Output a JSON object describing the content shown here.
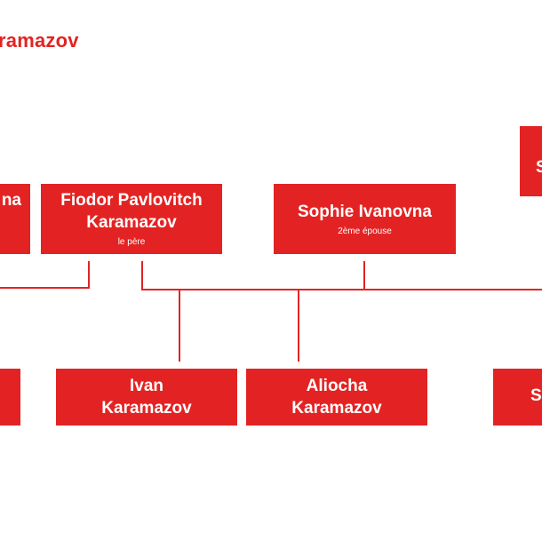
{
  "title": "ramazov",
  "nodes": {
    "left_partial": {
      "name": "na"
    },
    "fiodor": {
      "name": "Fiodor Pavlovitch\nKaramazov",
      "role": "le père"
    },
    "sophie": {
      "name": "Sophie Ivanovna",
      "role": "2ème épouse"
    },
    "right_top_partial": {
      "name": "S"
    },
    "ivan": {
      "name": "Ivan\nKaramazov"
    },
    "aliocha": {
      "name": "Aliocha\nKaramazov"
    },
    "right_bottom_partial": {
      "name": "S"
    }
  },
  "colors": {
    "accent": "#e32323",
    "background": "#ffffff"
  }
}
